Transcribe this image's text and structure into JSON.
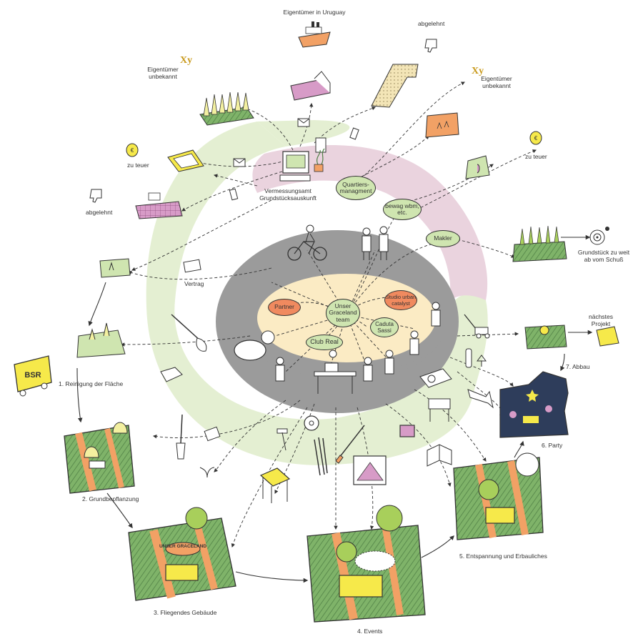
{
  "colors": {
    "outer_ring": "#e4efd2",
    "pink_band": "#ead3de",
    "grey_ring": "#999999",
    "core": "#fbebc4",
    "bubble_green": "#cfe5b0",
    "bubble_red": "#f08a5f",
    "yellow": "#f6e94a",
    "orange": "#f2a165",
    "magenta": "#d79bc7",
    "navy": "#2e3d5b",
    "sand": "#f3e5b7"
  },
  "core": {
    "partner": "Partner",
    "team": "Unser Graceland team",
    "studio": "Studio urban catalyst",
    "caduta": "Caduta Sassi",
    "club": "Club Real"
  },
  "actors": {
    "quartiersmanagment": "Quartiers-managment",
    "bewag": "bewag wbm, etc.",
    "makler": "Makler"
  },
  "labels": {
    "eigentuemer_uruguay": "Eigentümer in Uruguay",
    "abgelehnt_top": "abgelehnt",
    "eigentuemer_unbekannt_left": "Eigentümer unbekannt",
    "eigentuemer_unbekannt_right": "Eigentümer unbekannt",
    "zu_teuer_left": "zu teuer",
    "zu_teuer_right": "zu teuer",
    "abgelehnt_left": "abgelehnt",
    "vermessungsamt": "Vermessungsamt Grundstücksauskunft",
    "vertrag": "Vertrag",
    "grundstueck_weit": "Grundstück zu weit ab vom Schuß",
    "naechstes_projekt": "nächstes Projekt",
    "bsr": "BSR",
    "unser_graceland": "UNSER GRACELAND",
    "xy_left": "Xy",
    "xy_right": "Xy"
  },
  "steps": {
    "s1": "1. Reinigung der Fläche",
    "s2": "2. Grundbepflanzung",
    "s3": "3. Fliegendes Gebäude",
    "s4": "4. Events",
    "s5": "5. Entspannung und Erbauliches",
    "s6": "6. Party",
    "s7": "7. Abbau"
  },
  "icons": [
    "ship-icon",
    "thumbs-down-icon",
    "euro-bag-icon",
    "target-icon",
    "computer-icon",
    "bicycle-icon",
    "envelope-icon",
    "phone-icon",
    "shovel-icon",
    "saw-blade-icon",
    "trumpet-icon",
    "book-icon",
    "tree-icon"
  ]
}
